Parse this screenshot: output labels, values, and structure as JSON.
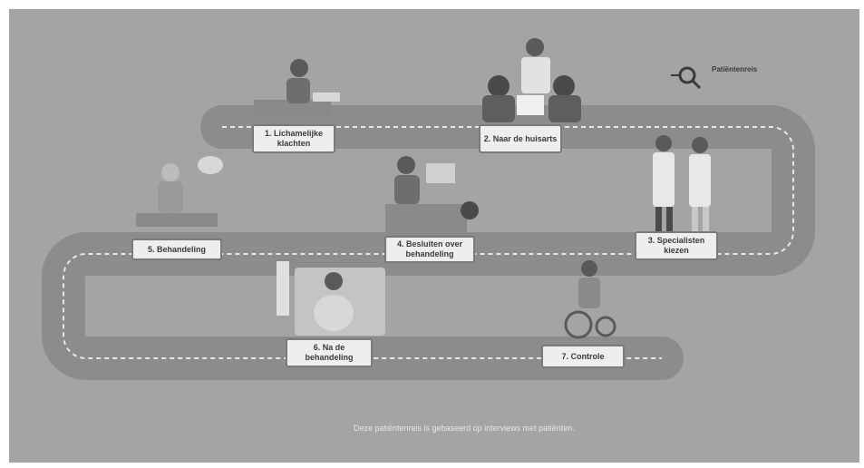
{
  "logo": {
    "title": "Patiëntenreis",
    "subtitle": "",
    "icon": "magnifier-icon"
  },
  "steps": [
    {
      "label": "1. Lichamelijke klachten"
    },
    {
      "label": "2. Naar de huisarts"
    },
    {
      "label": "3. Specialisten kiezen"
    },
    {
      "label": "4. Besluiten over behandeling"
    },
    {
      "label": "5. Behandeling"
    },
    {
      "label": "6. Na de behandeling"
    },
    {
      "label": "7. Controle"
    }
  ],
  "footnote": "Deze patiëntenreis is gebaseerd op interviews met patiënten.",
  "colors": {
    "background": "#a4a4a4",
    "road": "#8c8c8c",
    "road_dash": "#e6e6e6",
    "label_bg": "#eeeeee",
    "label_border": "#7a7a7a"
  }
}
